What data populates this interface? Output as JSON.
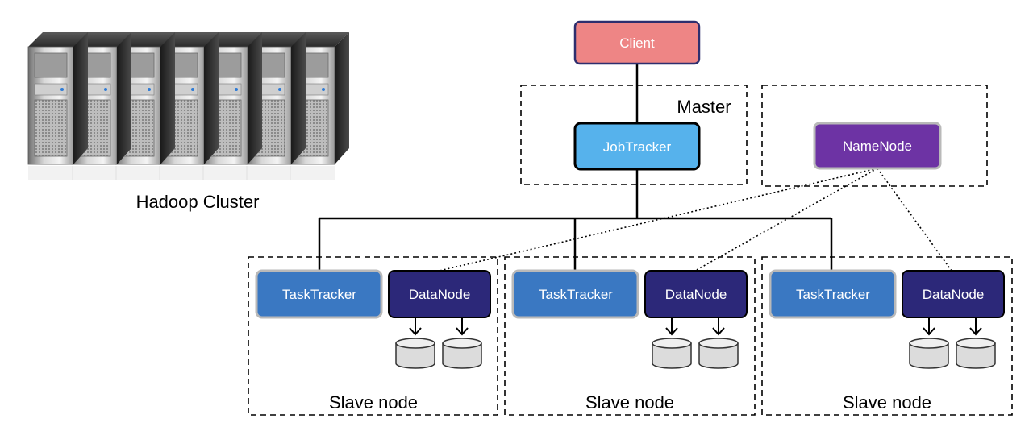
{
  "cluster": {
    "label": "Hadoop Cluster",
    "server_count": 7
  },
  "client": {
    "label": "Client",
    "fill": "#ee8585",
    "stroke": "#2e2e6e"
  },
  "master": {
    "label": "Master",
    "jobtracker_label": "JobTracker",
    "jobtracker_fill": "#56b2ec"
  },
  "namenode": {
    "label": "NameNode",
    "fill": "#6d33a4"
  },
  "slaves": [
    {
      "label": "Slave node",
      "tasktracker_label": "TaskTracker",
      "datanode_label": "DataNode"
    },
    {
      "label": "Slave node",
      "tasktracker_label": "TaskTracker",
      "datanode_label": "DataNode"
    },
    {
      "label": "Slave node",
      "tasktracker_label": "TaskTracker",
      "datanode_label": "DataNode"
    }
  ],
  "colors": {
    "tasktracker": "#3a78c2",
    "datanode": "#2c2879",
    "disk": "#dcdcdc",
    "line": "#000000"
  }
}
